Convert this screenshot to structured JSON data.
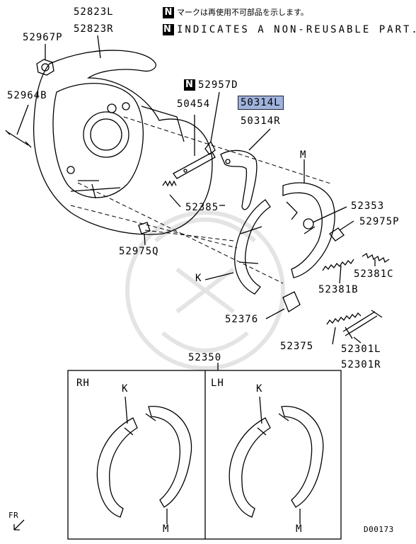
{
  "header": {
    "n_badge": "N",
    "notice_jp": "マークは再使用不可部品を示します。",
    "notice_en": "INDICATES A NON-REUSABLE PART."
  },
  "parts": {
    "p52823L": "52823L",
    "p52823R": "52823R",
    "p52967P": "52967P",
    "p52964B": "52964B",
    "p52957D": "52957D",
    "p50454": "50454",
    "p50314L": "50314L",
    "p50314R": "50314R",
    "p52385": "52385",
    "p52975Q": "52975Q",
    "p52353": "52353",
    "p52975P": "52975P",
    "p52381C": "52381C",
    "p52381B": "52381B",
    "p52376": "52376",
    "p52375": "52375",
    "p52301L": "52301L",
    "p52301R": "52301R",
    "p52350": "52350",
    "M": "M",
    "K": "K"
  },
  "kit": {
    "rh": "RH",
    "lh": "LH"
  },
  "footer": {
    "fr": "FR",
    "code": "D00173"
  }
}
